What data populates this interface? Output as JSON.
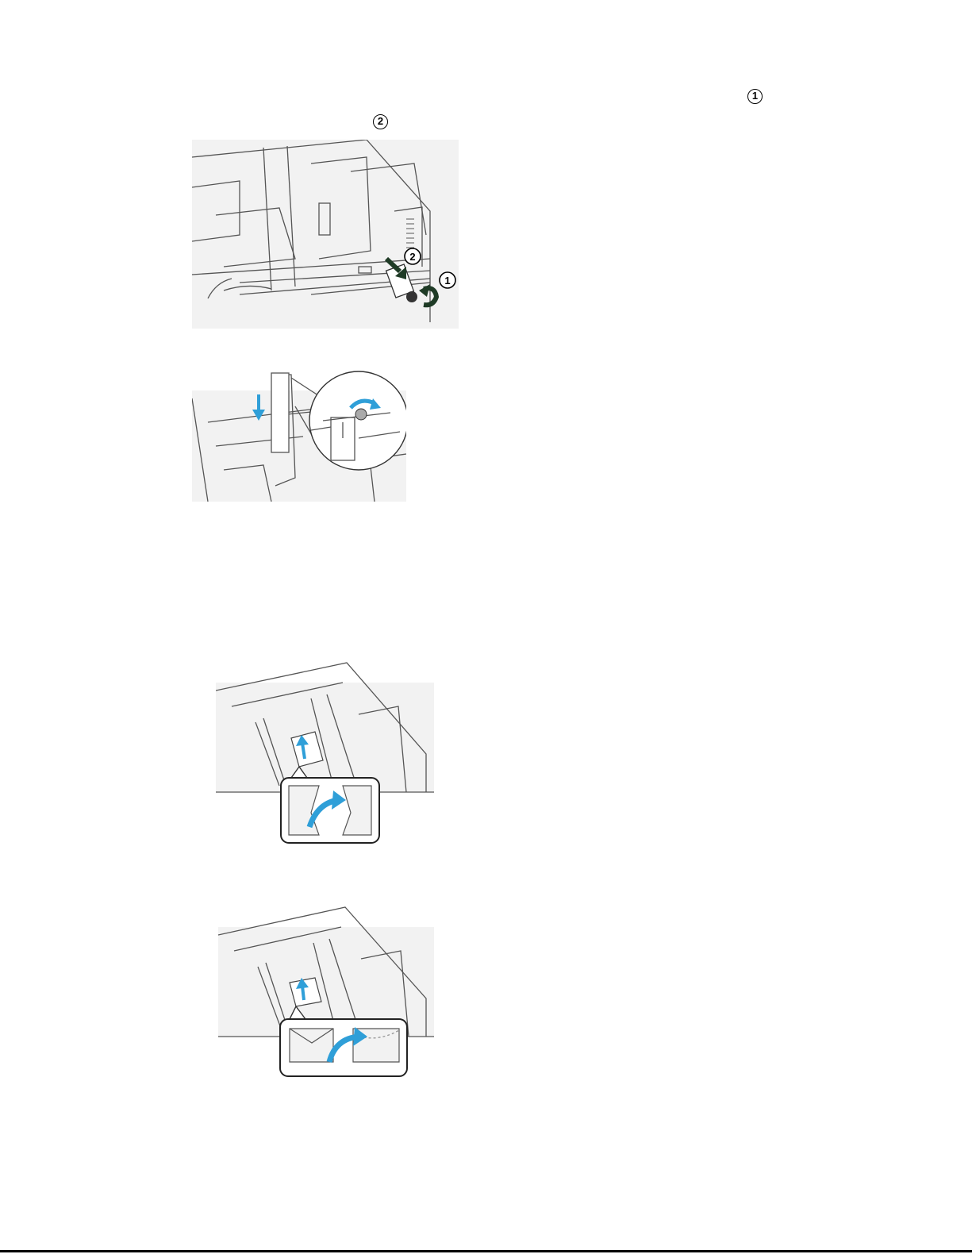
{
  "callouts": {
    "one": "1",
    "two": "2"
  },
  "figures": [
    {
      "id": "tray-guide-removal",
      "callouts": [
        "2",
        "1"
      ]
    },
    {
      "id": "tray-guide-install-zoom"
    },
    {
      "id": "envelope-load-portrait"
    },
    {
      "id": "envelope-load-landscape"
    }
  ],
  "colors": {
    "accent_blue": "#2f9fd8",
    "arrow_green": "#1f3b26",
    "line": "#555555",
    "panel": "#f2f2f2"
  }
}
